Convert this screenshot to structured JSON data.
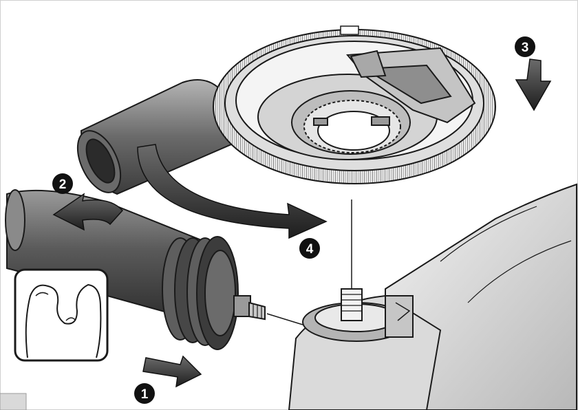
{
  "steps": [
    {
      "label": "1",
      "icon": "push-arrow-icon"
    },
    {
      "label": "2",
      "icon": "rotate-arrow-icon"
    },
    {
      "label": "3",
      "icon": "down-arrow-icon"
    },
    {
      "label": "4",
      "icon": "curved-arrow-icon"
    }
  ],
  "icons": [
    "muscle-arm-icon"
  ],
  "colors": {
    "line": "#1a1a1a",
    "metal_dark": "#4a4a4a",
    "metal_mid": "#8a8a8a",
    "metal_light": "#cfcfcf",
    "paper": "#ffffff"
  }
}
